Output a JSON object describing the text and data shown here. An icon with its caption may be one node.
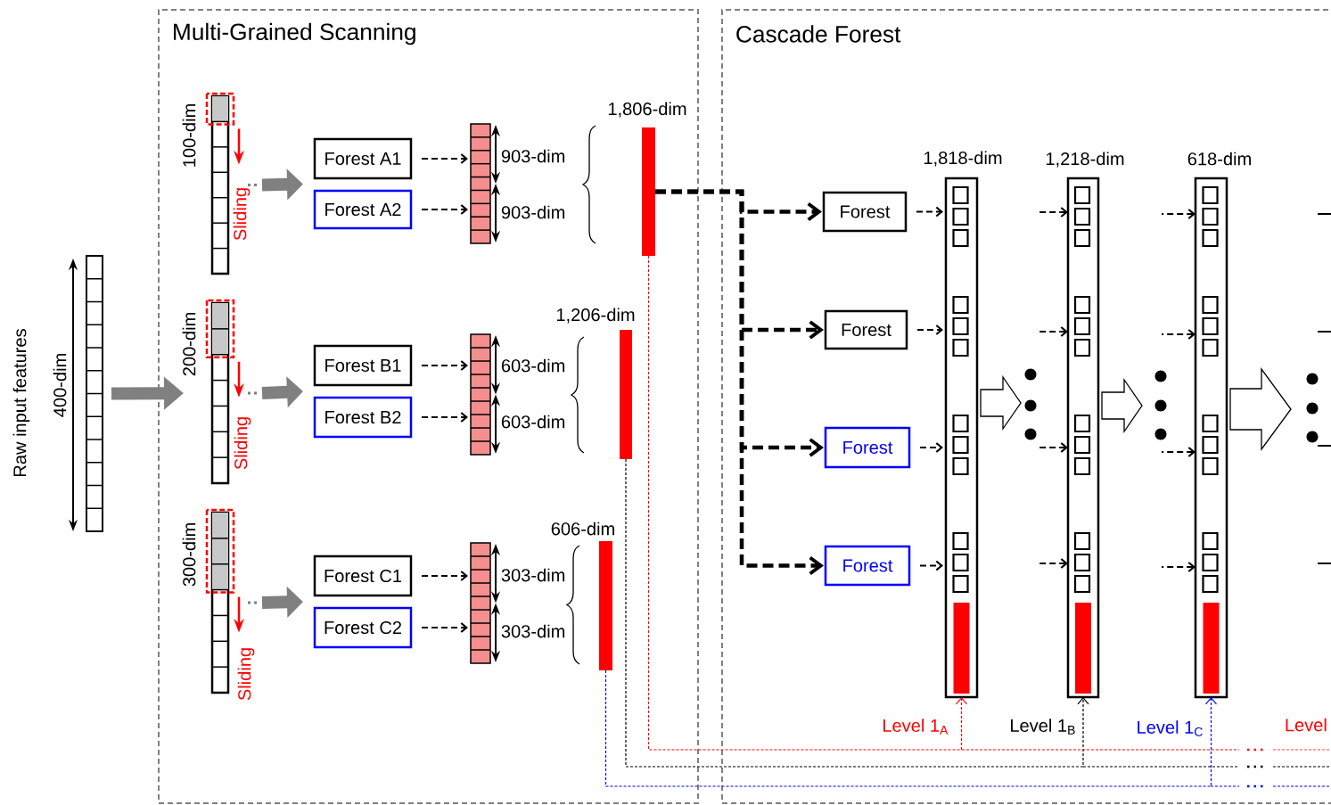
{
  "diagram": {
    "nodes": [
      {
        "text": [
          "Multi-Grained Scanning"
        ]
      },
      {
        "text": [
          "Cascade Forest"
        ]
      },
      {
        "text": [],
        "shape": "bar",
        "beside": [
          "Raw input features",
          "400-dim"
        ]
      },
      {
        "text": [],
        "shape": "bar",
        "in": 0,
        "beside": [
          "100-dim",
          "Sliding"
        ]
      },
      {
        "text": [],
        "shape": "bar",
        "in": 0,
        "beside": [
          "200-dim",
          "Sliding"
        ]
      },
      {
        "text": [],
        "shape": "bar",
        "in": 0,
        "beside": [
          "300-dim",
          "Sliding"
        ]
      },
      {
        "text": [
          "Forest A1"
        ],
        "in": 0
      },
      {
        "text": [
          "Forest A2"
        ],
        "in": 0
      },
      {
        "text": [
          "Forest B1"
        ],
        "in": 0
      },
      {
        "text": [
          "Forest B2"
        ],
        "in": 0
      },
      {
        "text": [
          "Forest C1"
        ],
        "in": 0
      },
      {
        "text": [
          "Forest C2"
        ],
        "in": 0
      },
      {
        "text": [],
        "shape": "bar",
        "in": 0,
        "beside": [
          "903-dim",
          "903-dim"
        ]
      },
      {
        "text": [],
        "shape": "bar",
        "in": 0,
        "beside": [
          "603-dim",
          "603-dim"
        ]
      },
      {
        "text": [],
        "shape": "bar",
        "in": 0,
        "beside": [
          "303-dim",
          "303-dim"
        ]
      },
      {
        "text": [],
        "shape": "bar",
        "in": 0,
        "beside": [
          "1,806-dim"
        ]
      },
      {
        "text": [],
        "shape": "bar",
        "in": 0,
        "beside": [
          "1,206-dim"
        ]
      },
      {
        "text": [],
        "shape": "bar",
        "in": 0,
        "beside": [
          "606-dim"
        ]
      },
      {
        "text": [
          "Forest"
        ],
        "in": 1
      },
      {
        "text": [
          "Forest"
        ],
        "in": 1
      },
      {
        "text": [
          "Forest"
        ],
        "in": 1
      },
      {
        "text": [
          "Forest"
        ],
        "in": 1
      },
      {
        "text": [],
        "shape": "bar",
        "in": 1,
        "beside": [
          "1,818-dim",
          "Level 1$_{A}$"
        ]
      },
      {
        "text": [],
        "shape": "bar",
        "in": 1,
        "beside": [
          "1,218-dim",
          "Level 1$_{B}$"
        ]
      },
      {
        "text": [],
        "shape": "bar",
        "in": 1,
        "beside": [
          "618-dim",
          "Level 1$_{C}$"
        ]
      }
    ],
    "edges": [
      {
        "from": 2,
        "to": 4,
        "arrow": "to",
        "style": "thick",
        "color": "#808080"
      },
      {
        "from": 3,
        "to": 6,
        "arrow": "to",
        "style": "thick",
        "color": "#808080"
      },
      {
        "from": 3,
        "to": 7,
        "arrow": "to",
        "style": "thick",
        "color": "#808080"
      },
      {
        "from": 4,
        "to": 8,
        "arrow": "to",
        "style": "thick",
        "color": "#808080"
      },
      {
        "from": 4,
        "to": 9,
        "arrow": "to",
        "style": "thick",
        "color": "#808080"
      },
      {
        "from": 5,
        "to": 10,
        "arrow": "to",
        "style": "thick",
        "color": "#808080"
      },
      {
        "from": 5,
        "to": 11,
        "arrow": "to",
        "style": "thick",
        "color": "#808080"
      },
      {
        "from": 6,
        "to": 12,
        "arrow": "to",
        "style": "dashed"
      },
      {
        "from": 7,
        "to": 12,
        "arrow": "to",
        "style": "dashed"
      },
      {
        "from": 8,
        "to": 13,
        "arrow": "to",
        "style": "dashed"
      },
      {
        "from": 9,
        "to": 13,
        "arrow": "to",
        "style": "dashed"
      },
      {
        "from": 10,
        "to": 14,
        "arrow": "to",
        "style": "dashed"
      },
      {
        "from": 11,
        "to": 14,
        "arrow": "to",
        "style": "dashed"
      },
      {
        "from": 15,
        "to": 18,
        "arrow": "to",
        "style": "dashed"
      },
      {
        "from": 15,
        "to": 19,
        "arrow": "to",
        "style": "dashed"
      },
      {
        "from": 15,
        "to": 20,
        "arrow": "to",
        "style": "dashed"
      },
      {
        "from": 15,
        "to": 21,
        "arrow": "to",
        "style": "dashed"
      },
      {
        "from": 18,
        "to": 22,
        "arrow": "to",
        "style": "dashed"
      },
      {
        "from": 19,
        "to": 22,
        "arrow": "to",
        "style": "dashed"
      },
      {
        "from": 20,
        "to": 22,
        "arrow": "to",
        "style": "dashed"
      },
      {
        "from": 21,
        "to": 22,
        "arrow": "to",
        "style": "dashed"
      },
      {
        "from": null,
        "to": 23,
        "arrow": "to",
        "style": "dashed"
      },
      {
        "from": null,
        "to": 23,
        "arrow": "to",
        "style": "dashed"
      },
      {
        "from": null,
        "to": 23,
        "arrow": "to",
        "style": "dashed"
      },
      {
        "from": null,
        "to": 23,
        "arrow": "to",
        "style": "dashed"
      },
      {
        "from": null,
        "to": 24,
        "arrow": "to",
        "style": "dashed"
      },
      {
        "from": null,
        "to": 24,
        "arrow": "to",
        "style": "dashed"
      },
      {
        "from": null,
        "to": 24,
        "arrow": "to",
        "style": "dashed"
      },
      {
        "from": null,
        "to": 24,
        "arrow": "to",
        "style": "dashed"
      },
      {
        "from": 22,
        "to": null,
        "arrow": "to"
      },
      {
        "from": 23,
        "to": null,
        "arrow": "to"
      },
      {
        "from": 24,
        "to": null,
        "arrow": "to"
      },
      {
        "from": 15,
        "to": 22,
        "arrow": "to",
        "style": "dashed",
        "color": "#ff0000"
      },
      {
        "from": 16,
        "to": 23,
        "arrow": "to",
        "style": "dashed"
      },
      {
        "from": 17,
        "to": 24,
        "arrow": "to",
        "style": "dashed",
        "color": "#0000ff"
      }
    ],
    "labels": [
      "Level"
    ]
  }
}
